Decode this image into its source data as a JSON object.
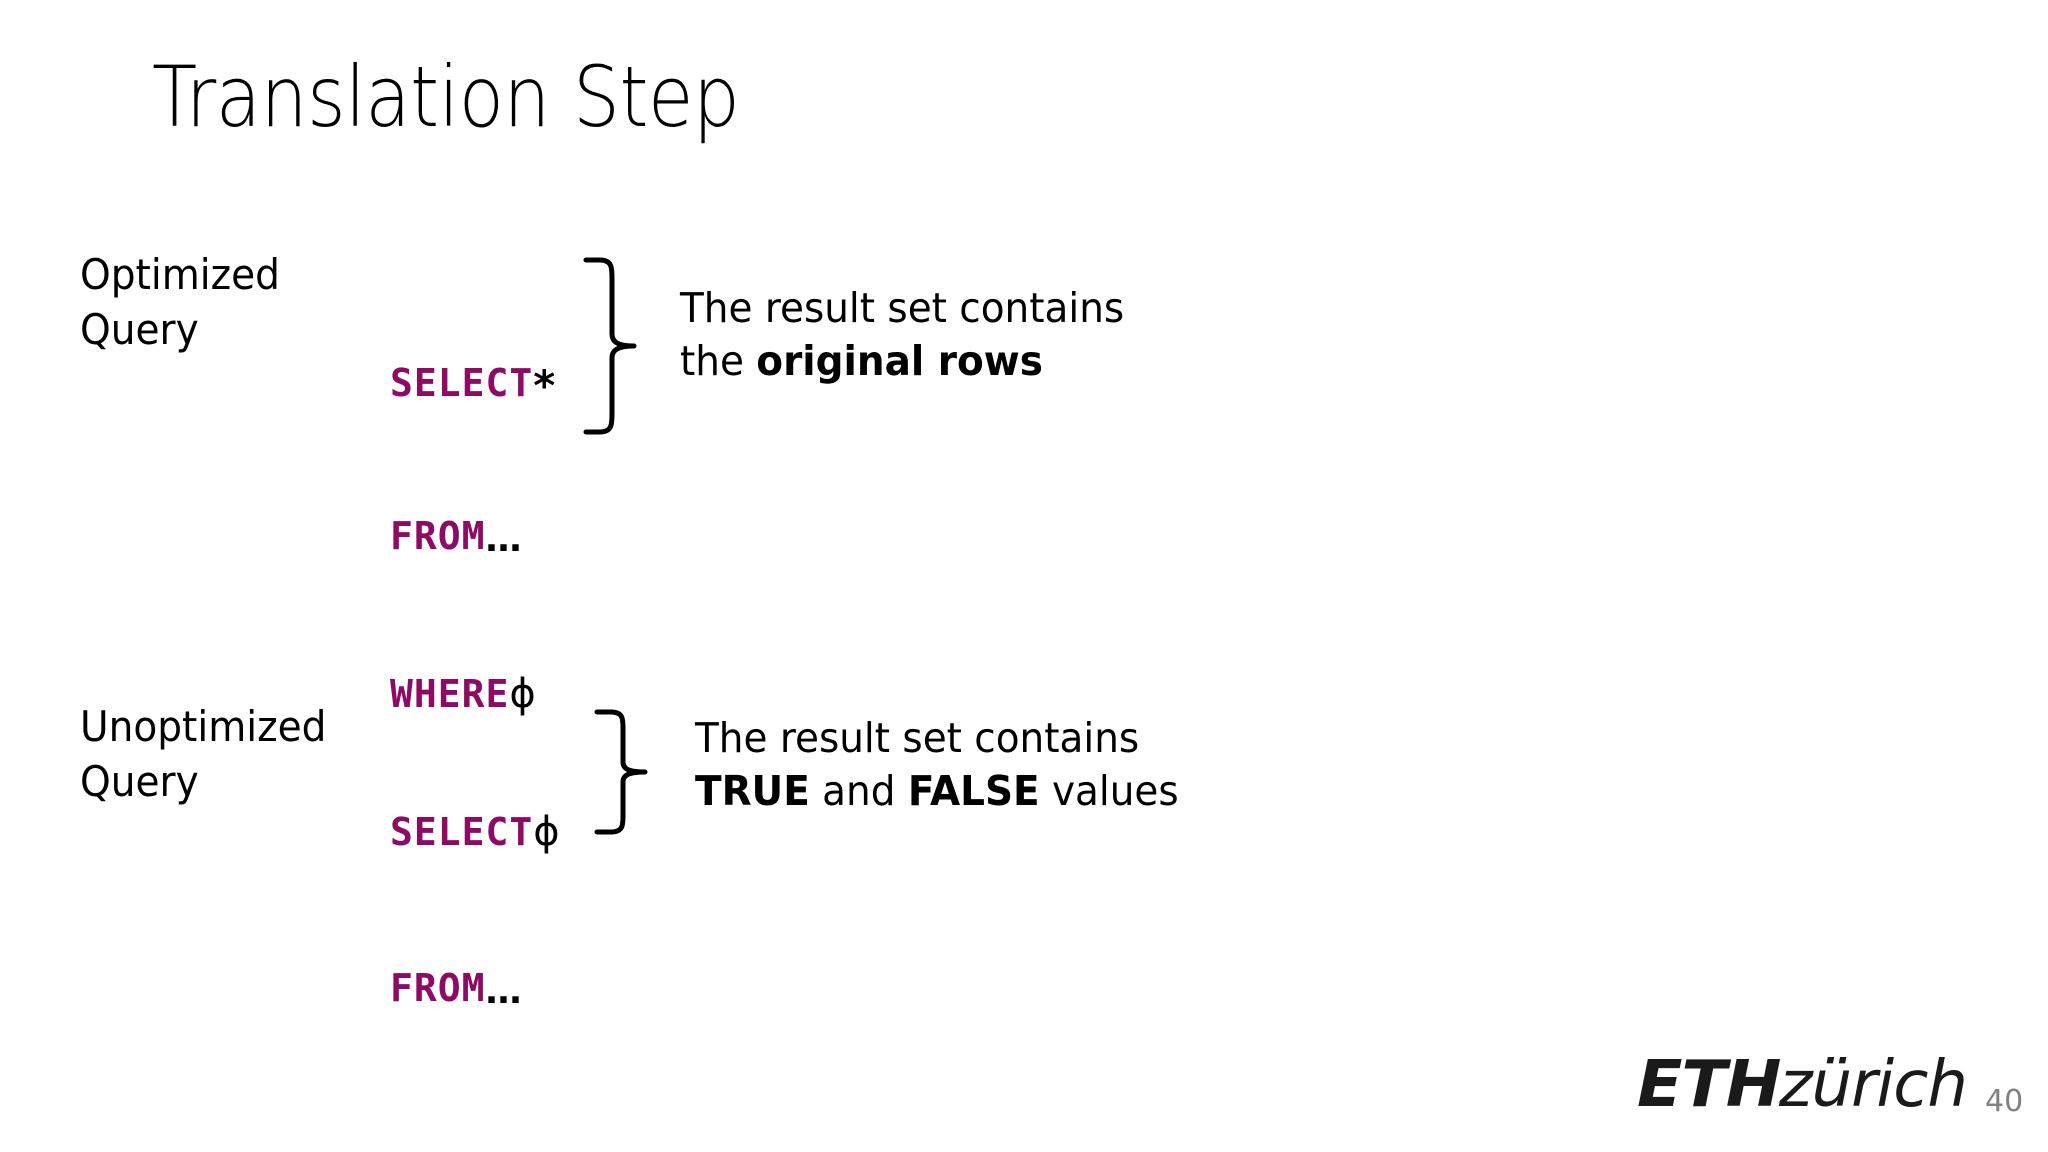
{
  "slide": {
    "title": "Translation Step",
    "page_number": "40",
    "background_color": "#FFFFFF",
    "keyword_color": "#8E0B63",
    "text_color": "#000000",
    "page_number_color": "#808080"
  },
  "blocks": [
    {
      "id": "optimized",
      "label_line1": "Optimized",
      "label_line2": "Query",
      "code_lines": [
        {
          "keyword": "SELECT",
          "argument": "*"
        },
        {
          "keyword": "FROM",
          "argument": "…"
        },
        {
          "keyword": "WHERE",
          "argument": "ϕ"
        }
      ],
      "brace_icon": "right-curly-brace",
      "explain_line1": "The result set contains",
      "explain_line2_prefix": "the ",
      "explain_line2_bold": "original rows",
      "explain_line2_suffix": ""
    },
    {
      "id": "unoptimized",
      "label_line1": "Unoptimized",
      "label_line2": "Query",
      "code_lines": [
        {
          "keyword": "SELECT",
          "argument": "ϕ"
        },
        {
          "keyword": "FROM",
          "argument": "…"
        }
      ],
      "brace_icon": "right-curly-brace",
      "explain_line1": "The result set contains",
      "explain_line2_bold_a": "TRUE",
      "explain_line2_mid": " and ",
      "explain_line2_bold_b": "FALSE",
      "explain_line2_suffix": " values"
    }
  ],
  "footer": {
    "logo_mark": "ETH",
    "logo_word": "zürich"
  }
}
